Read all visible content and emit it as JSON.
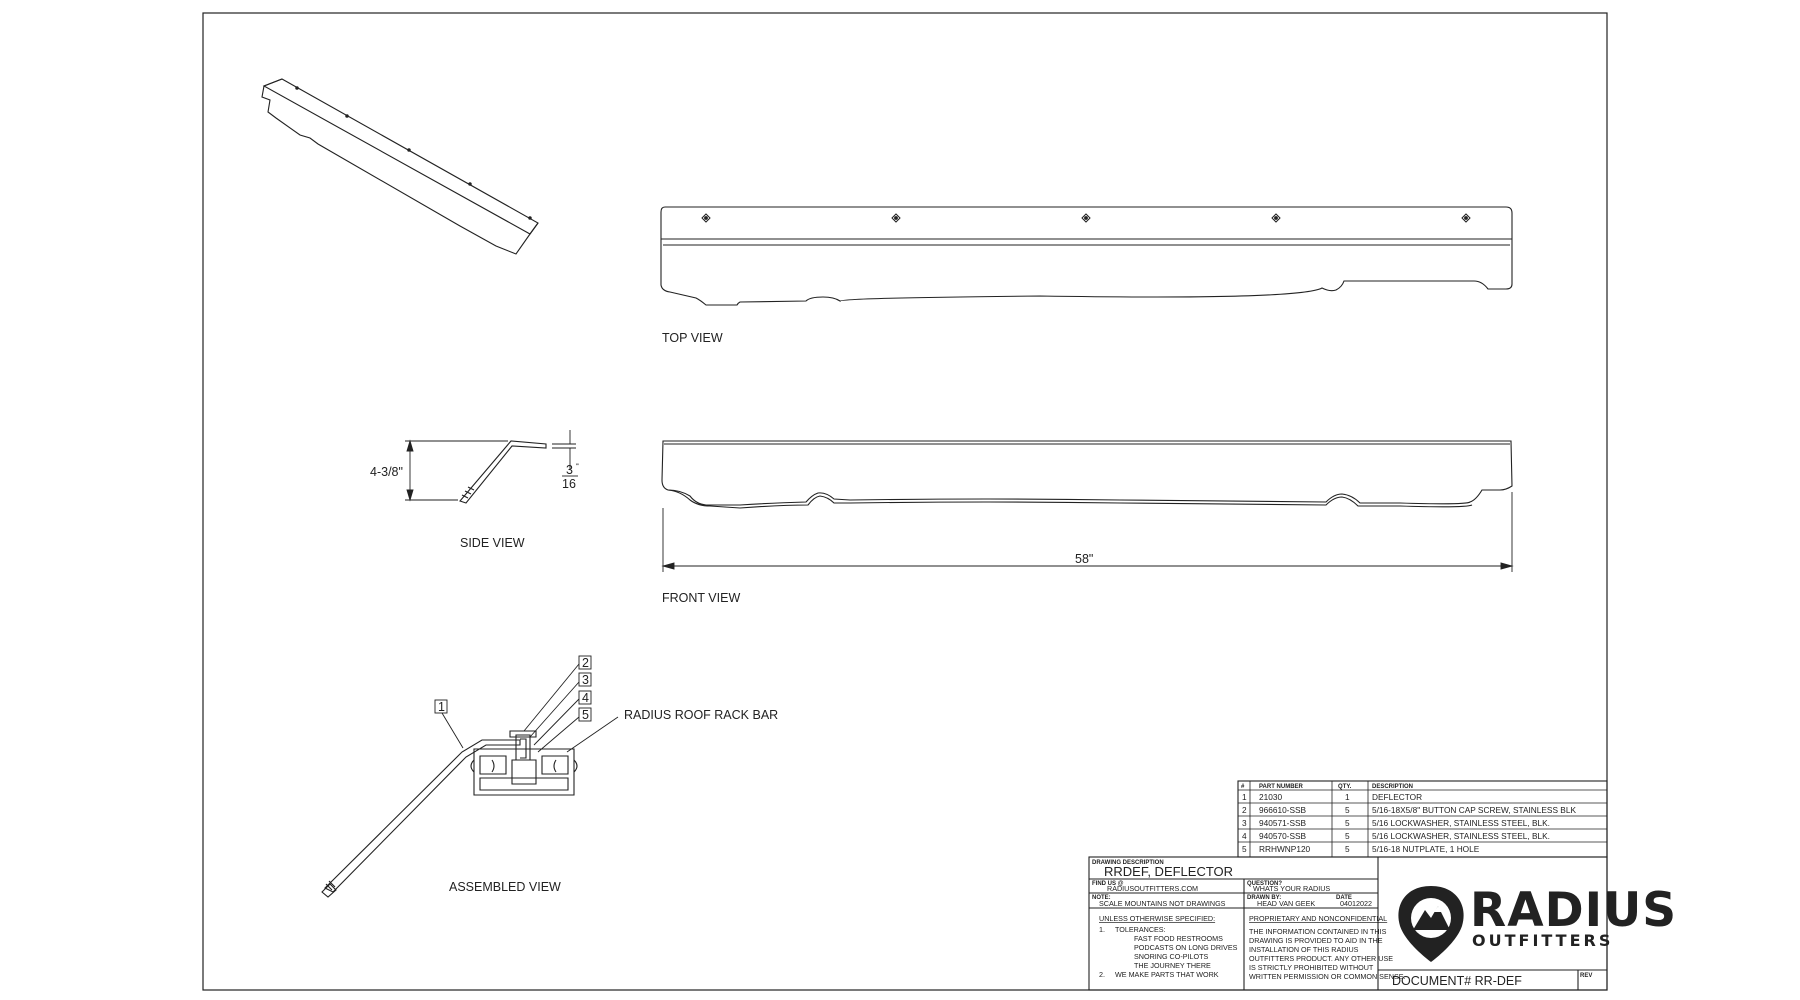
{
  "views": {
    "top": "TOP VIEW",
    "side": "SIDE VIEW",
    "front": "FRONT VIEW",
    "assembled": "ASSEMBLED VIEW"
  },
  "dimensions": {
    "height": "4-3/8\"",
    "thickness_num": "3",
    "thickness_den": "16",
    "thickness_unit": "\"",
    "length": "58\""
  },
  "balloons": [
    "1",
    "2",
    "3",
    "4",
    "5"
  ],
  "callout": "RADIUS ROOF RACK BAR",
  "bom": {
    "headers": [
      "#",
      "PART NUMBER",
      "QTY.",
      "DESCRIPTION"
    ],
    "rows": [
      {
        "num": "1",
        "part": "21030",
        "qty": "1",
        "desc": "DEFLECTOR"
      },
      {
        "num": "2",
        "part": "966610-SSB",
        "qty": "5",
        "desc": "5/16-18X5/8\" BUTTON CAP SCREW, STAINLESS BLK"
      },
      {
        "num": "3",
        "part": "940571-SSB",
        "qty": "5",
        "desc": "5/16 LOCKWASHER, STAINLESS STEEL, BLK."
      },
      {
        "num": "4",
        "part": "940570-SSB",
        "qty": "5",
        "desc": "5/16 LOCKWASHER, STAINLESS STEEL, BLK."
      },
      {
        "num": "5",
        "part": "RRHWNP120",
        "qty": "5",
        "desc": "5/16-18 NUTPLATE, 1 HOLE"
      }
    ]
  },
  "title_block": {
    "desc_label": "DRAWING DESCRIPTION",
    "desc_value": "RRDEF, DEFLECTOR",
    "find_label": "FIND US @",
    "find_value": "RADIUSOUTFITTERS.COM",
    "question_label": "QUESTION?",
    "question_value": "WHATS YOUR RADIUS",
    "note_label": "NOTE:",
    "note_value": "SCALE MOUNTAINS NOT DRAWINGS",
    "drawn_label": "DRAWN BY:",
    "drawn_value": "HEAD VAN GEEK",
    "date_label": "DATE",
    "date_value": "04012022",
    "unless": "UNLESS OTHERWISE SPECIFIED:",
    "tol_num": "1.",
    "tol_title": "TOLERANCES:",
    "tol_lines": [
      "FAST FOOD RESTROOMS",
      "PODCASTS ON LONG DRIVES",
      "SNORING CO-PILOTS",
      "THE JOURNEY THERE"
    ],
    "item2_num": "2.",
    "item2": "WE MAKE PARTS THAT WORK",
    "prop_title": "PROPRIETARY AND NONCONFIDENTIAL",
    "prop_lines": [
      "THE INFORMATION CONTAINED IN THIS",
      "DRAWING IS PROVIDED TO AID IN THE",
      "INSTALLATION OF THIS RADIUS",
      "OUTFITTERS PRODUCT.  ANY OTHER USE",
      "IS STRICTLY PROHIBITED WITHOUT",
      "WRITTEN PERMISSION OR COMMON SENSE."
    ],
    "doc": "DOCUMENT# RR-DEF",
    "rev_label": "REV"
  },
  "logo": {
    "word1": "RADIUS",
    "word2": "OUTFITTERS"
  }
}
